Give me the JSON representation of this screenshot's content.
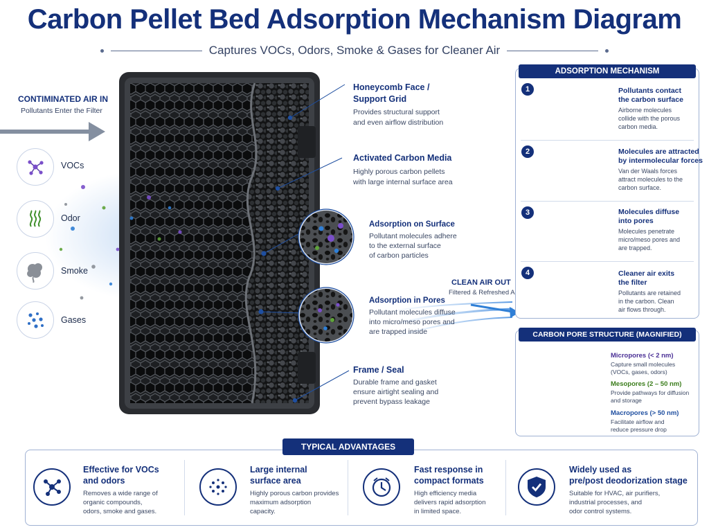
{
  "title": "Carbon Pellet Bed Adsorption Mechanism Diagram",
  "subtitle": "Captures VOCs, Odors, Smoke & Gases for Cleaner Air",
  "air_in": {
    "title": "CONTIMINATED AIR IN",
    "subtitle": "Pollutants Enter the Filter"
  },
  "pollutants": [
    {
      "label": "VOCs",
      "icon": "molecule-icon"
    },
    {
      "label": "Odor",
      "icon": "odor-wave-icon"
    },
    {
      "label": "Smoke",
      "icon": "smoke-icon"
    },
    {
      "label": "Gases",
      "icon": "gas-dots-icon"
    }
  ],
  "callouts": {
    "honeycomb": {
      "title_1": "Honeycomb Face /",
      "title_2": "Support Grid",
      "text_1": "Provides structural support",
      "text_2": "and even airflow distribution"
    },
    "media": {
      "title": "Activated Carbon Media",
      "text_1": "Highly porous carbon pellets",
      "text_2": "with large internal surface area"
    },
    "surface": {
      "title": "Adsorption on Surface",
      "text_1": "Pollutant molecules adhere",
      "text_2": "to the external surface",
      "text_3": "of carbon particles"
    },
    "pores": {
      "title": "Adsorption in Pores",
      "text_1": "Pollutant molecules diffuse",
      "text_2": "into micro/meso pores and",
      "text_3": "are trapped inside"
    },
    "frame": {
      "title": "Frame / Seal",
      "text_1": "Durable frame and gasket",
      "text_2": "ensure airtight sealing and",
      "text_3": "prevent bypass leakage"
    }
  },
  "air_out": {
    "title": "CLEAN AIR OUT",
    "subtitle": "Filtered & Refreshed Air"
  },
  "mechanism": {
    "heading": "ADSORPTION MECHANISM",
    "steps": [
      {
        "num": "1",
        "title_1": "Pollutants contact",
        "title_2": "the carbon surface",
        "text_1": "Airborne molecules",
        "text_2": "collide with the porous",
        "text_3": "carbon media."
      },
      {
        "num": "2",
        "title_1": "Molecules are attracted",
        "title_2": "by intermolecular forces",
        "text_1": "Van der Waals forces",
        "text_2": "attract molecules to the",
        "text_3": "carbon surface."
      },
      {
        "num": "3",
        "title_1": "Molecules diffuse",
        "title_2": "into pores",
        "text_1": "Molecules penetrate",
        "text_2": "micro/meso pores and",
        "text_3": "are trapped."
      },
      {
        "num": "4",
        "title_1": "Cleaner air exits",
        "title_2": "the filter",
        "text_1": "Pollutants are retained",
        "text_2": "in the carbon. Clean",
        "text_3": "air flows through."
      }
    ]
  },
  "pore_structure": {
    "heading": "CARBON PORE STRUCTURE (MAGNIFIED)",
    "items": [
      {
        "title": "Micropores (< 2 nm)",
        "text_1": "Capture small molecules",
        "text_2": "(VOCs, gases, odors)",
        "color": "#6a3fb5"
      },
      {
        "title": "Mesopores (2 – 50 nm)",
        "text_1": "Provide pathways for diffusion",
        "text_2": "and storage",
        "color": "#4e9a2a"
      },
      {
        "title": "Macropores (> 50 nm)",
        "text_1": "Facilitate airflow and",
        "text_2": "reduce pressure drop",
        "color": "#1f5fbf"
      }
    ]
  },
  "advantages": {
    "heading": "TYPICAL ADVANTAGES",
    "items": [
      {
        "icon": "network-icon",
        "title_1": "Effective for VOCs",
        "title_2": "and odors",
        "text_1": "Removes a wide range of",
        "text_2": "organic compounds,",
        "text_3": "odors, smoke and gases."
      },
      {
        "icon": "dots-cluster-icon",
        "title_1": "Large internal",
        "title_2": "surface area",
        "text_1": "Highly porous carbon provides",
        "text_2": "maximum adsorption",
        "text_3": "capacity."
      },
      {
        "icon": "clock-icon",
        "title_1": "Fast response in",
        "title_2": "compact formats",
        "text_1": "High efficiency media",
        "text_2": "delivers rapid adsorption",
        "text_3": "in limited space."
      },
      {
        "icon": "shield-check-icon",
        "title_1": "Widely used as",
        "title_2": "pre/post deodorization stage",
        "text_1": "Suitable for HVAC, air purifiers,",
        "text_2": "industrial processes, and",
        "text_3": "odor control systems."
      }
    ]
  },
  "colors": {
    "navy": "#14307a",
    "purple": "#7a4fc9",
    "green": "#4e9a2a",
    "blue": "#2f7fd6"
  }
}
